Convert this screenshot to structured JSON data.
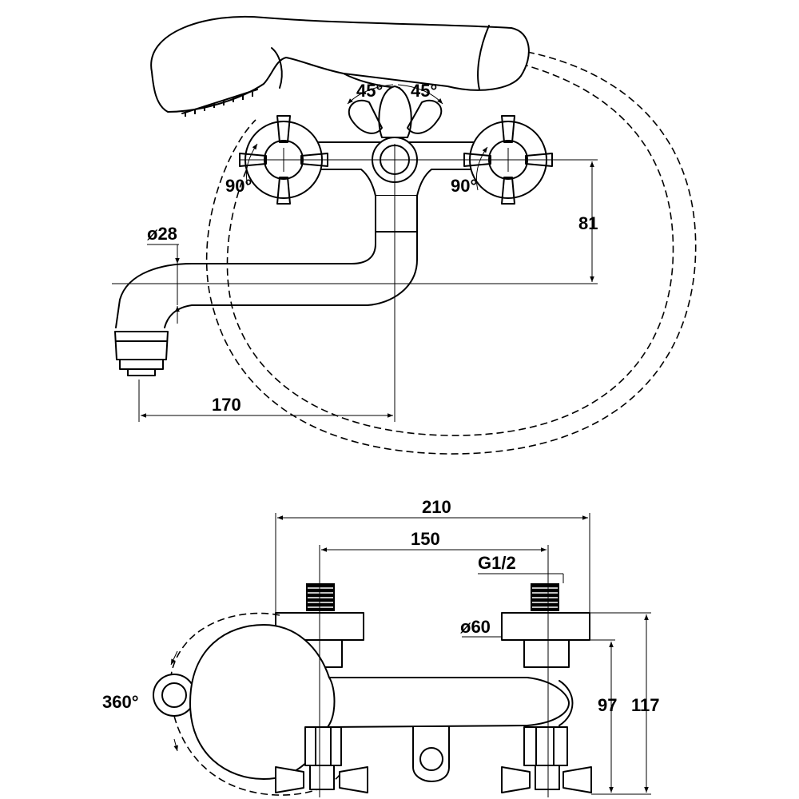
{
  "top_view": {
    "angle_left_lever": "45°",
    "angle_right_lever": "45°",
    "angle_left_handle": "90°",
    "angle_right_handle": "90°",
    "spout_diameter": "ø28",
    "height_81": "81",
    "reach_170": "170"
  },
  "bottom_view": {
    "width_210": "210",
    "centers_150": "150",
    "thread": "G1/2",
    "flange_diameter": "ø60",
    "rotation": "360°",
    "height_97": "97",
    "height_117": "117"
  }
}
